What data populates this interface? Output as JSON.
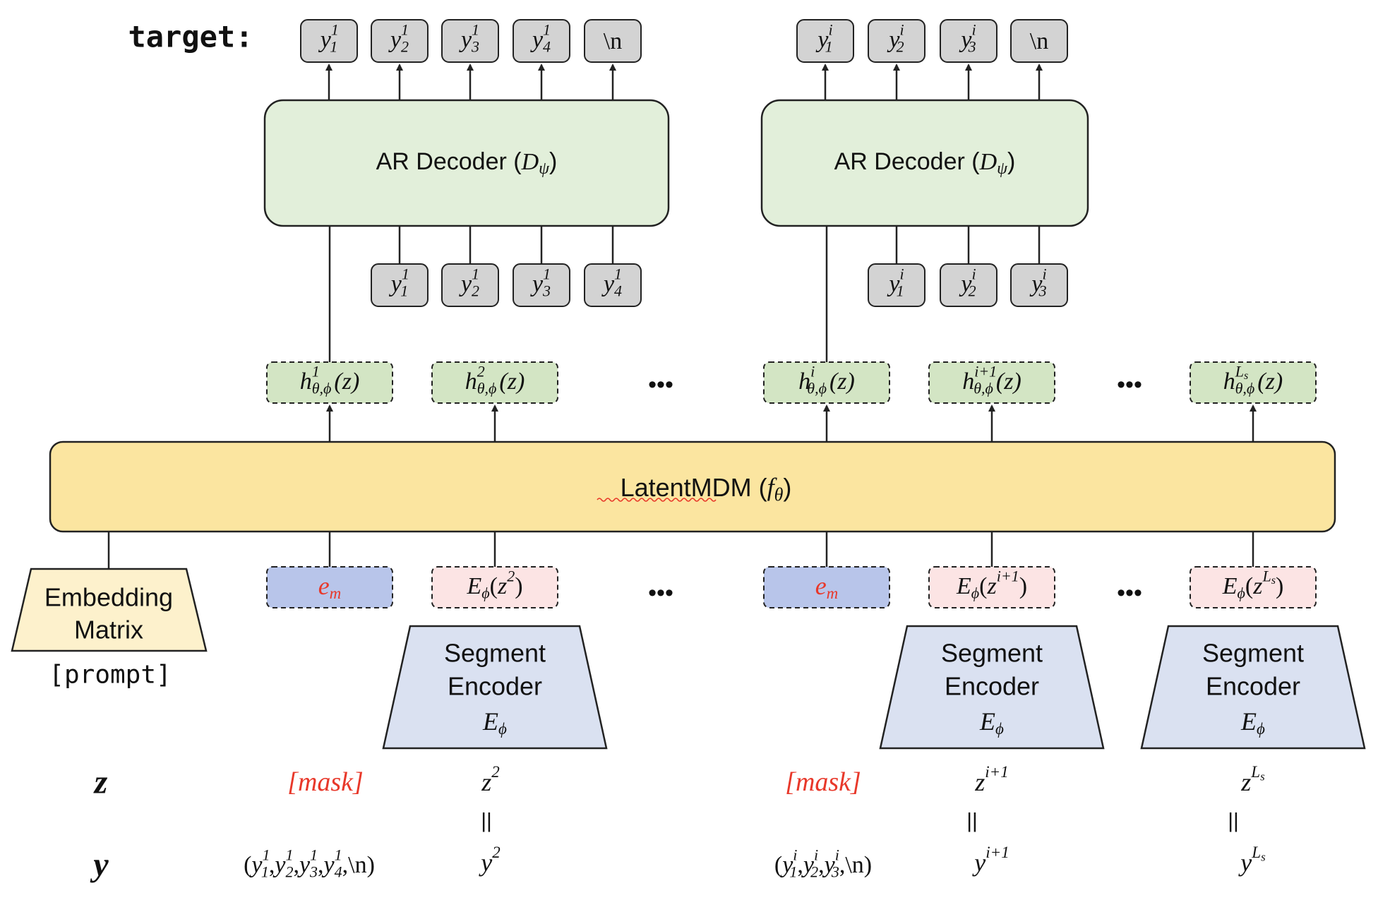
{
  "target_label": "target:",
  "colors": {
    "decoder_fill": "#e2efda",
    "token_fill": "#d3d3d3",
    "hidden_fill": "#d3e5c4",
    "mdm_fill": "#fbe5a0",
    "mask_embed_fill": "#b8c5ea",
    "enc_out_fill": "#fce4e4",
    "encoder_fill": "#dae1f1",
    "embed_fill": "#fdf1cc",
    "mask_red": "#e8382a",
    "stroke": "#222222"
  },
  "decoders": [
    {
      "label": "AR Decoder (",
      "symbol": "D",
      "subscript": "ψ",
      "close": ")",
      "targets": [
        {
          "base": "y",
          "sub": "1",
          "sup": "1"
        },
        {
          "base": "y",
          "sub": "2",
          "sup": "1"
        },
        {
          "base": "y",
          "sub": "3",
          "sup": "1"
        },
        {
          "base": "y",
          "sub": "4",
          "sup": "1"
        },
        {
          "text": "\\n"
        }
      ],
      "inputs": [
        {
          "base": "y",
          "sub": "1",
          "sup": "1"
        },
        {
          "base": "y",
          "sub": "2",
          "sup": "1"
        },
        {
          "base": "y",
          "sub": "3",
          "sup": "1"
        },
        {
          "base": "y",
          "sub": "4",
          "sup": "1"
        }
      ]
    },
    {
      "label": "AR Decoder (",
      "symbol": "D",
      "subscript": "ψ",
      "close": ")",
      "targets": [
        {
          "base": "y",
          "sub": "1",
          "sup": "i"
        },
        {
          "base": "y",
          "sub": "2",
          "sup": "i"
        },
        {
          "base": "y",
          "sub": "3",
          "sup": "i"
        },
        {
          "text": "\\n"
        }
      ],
      "inputs": [
        {
          "base": "y",
          "sub": "1",
          "sup": "i"
        },
        {
          "base": "y",
          "sub": "2",
          "sup": "i"
        },
        {
          "base": "y",
          "sub": "3",
          "sup": "i"
        }
      ]
    }
  ],
  "hidden_states": [
    {
      "base": "h",
      "sup": "1",
      "sub": "θ,ϕ",
      "arg": "(z)"
    },
    {
      "base": "h",
      "sup": "2",
      "sub": "θ,ϕ",
      "arg": "(z)"
    },
    {
      "base": "h",
      "sup": "i",
      "sub": "θ,ϕ",
      "arg": "(z)"
    },
    {
      "base": "h",
      "sup": "i+1",
      "sub": "θ,ϕ",
      "arg": "(z)"
    },
    {
      "base": "h",
      "sup": "L",
      "supsub": "s",
      "sub": "θ,ϕ",
      "arg": "(z)"
    }
  ],
  "ellipsis": "•••",
  "mdm": {
    "label": "LatentMDM (",
    "symbol": "f",
    "subscript": "θ",
    "close": ")"
  },
  "embedding": {
    "line1": "Embedding",
    "line2": "Matrix",
    "prompt": "[prompt]"
  },
  "mask_embedding": {
    "base": "e",
    "sub": "m"
  },
  "encoder_outputs": [
    {
      "fn": "E",
      "fnsub": "ϕ",
      "open": "(",
      "arg": "z",
      "sup": "2",
      "close": ")"
    },
    {
      "fn": "E",
      "fnsub": "ϕ",
      "open": "(",
      "arg": "z",
      "sup": "i+1",
      "close": ")"
    },
    {
      "fn": "E",
      "fnsub": "ϕ",
      "open": "(",
      "arg": "z",
      "sup": "L",
      "supsub": "s",
      "close": ")"
    }
  ],
  "encoder": {
    "line1": "Segment",
    "line2": "Encoder",
    "symbol": "E",
    "subscript": "ϕ"
  },
  "rows": {
    "z_label": "z",
    "y_label": "y",
    "mask": "[mask]",
    "equals": "||",
    "z_values": [
      {
        "base": "z",
        "sup": "2"
      },
      {
        "base": "z",
        "sup": "i+1"
      },
      {
        "base": "z",
        "sup": "L",
        "supsub": "s"
      }
    ],
    "y_values": [
      {
        "base": "y",
        "sup": "2"
      },
      {
        "base": "y",
        "sup": "i+1"
      },
      {
        "base": "y",
        "sup": "L",
        "supsub": "s"
      }
    ],
    "y_tuple_1": {
      "open": "(",
      "items": [
        {
          "base": "y",
          "sub": "1",
          "sup": "1"
        },
        {
          "base": "y",
          "sub": "2",
          "sup": "1"
        },
        {
          "base": "y",
          "sub": "3",
          "sup": "1"
        },
        {
          "base": "y",
          "sub": "4",
          "sup": "1"
        }
      ],
      "newline": "\\n",
      "close": ")"
    },
    "y_tuple_2": {
      "open": "(",
      "items": [
        {
          "base": "y",
          "sub": "1",
          "sup": "i"
        },
        {
          "base": "y",
          "sub": "2",
          "sup": "i"
        },
        {
          "base": "y",
          "sub": "3",
          "sup": "i"
        }
      ],
      "newline": "\\n",
      "close": ")"
    }
  }
}
